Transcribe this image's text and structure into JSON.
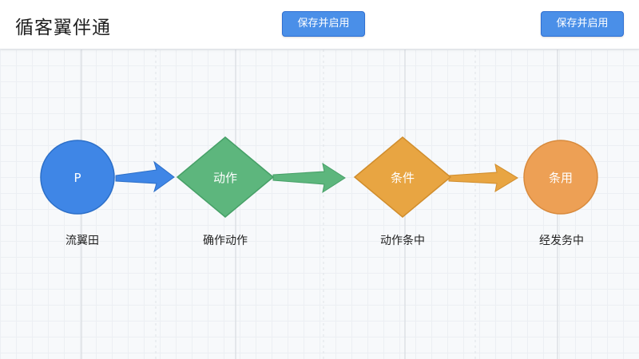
{
  "header": {
    "app_title": "循客翼伴通",
    "save_button_1": "保存并启用",
    "save_button_2": "保存并启用"
  },
  "flow": {
    "nodes": [
      {
        "shape_text": "P",
        "label": "流翼田",
        "color": "#3f86e6"
      },
      {
        "shape_text": "动作",
        "label": "确作动作",
        "color": "#5db67d"
      },
      {
        "shape_text": "条件",
        "label": "动作条中",
        "color": "#e8a542"
      },
      {
        "shape_text": "条用",
        "label": "经发务中",
        "color": "#eda055"
      }
    ],
    "arrow_colors": [
      "#3f86e6",
      "#5db67d",
      "#e8a542"
    ]
  },
  "colors": {
    "button_bg": "#4a8fe8",
    "canvas_bg": "#f7f9fb"
  }
}
